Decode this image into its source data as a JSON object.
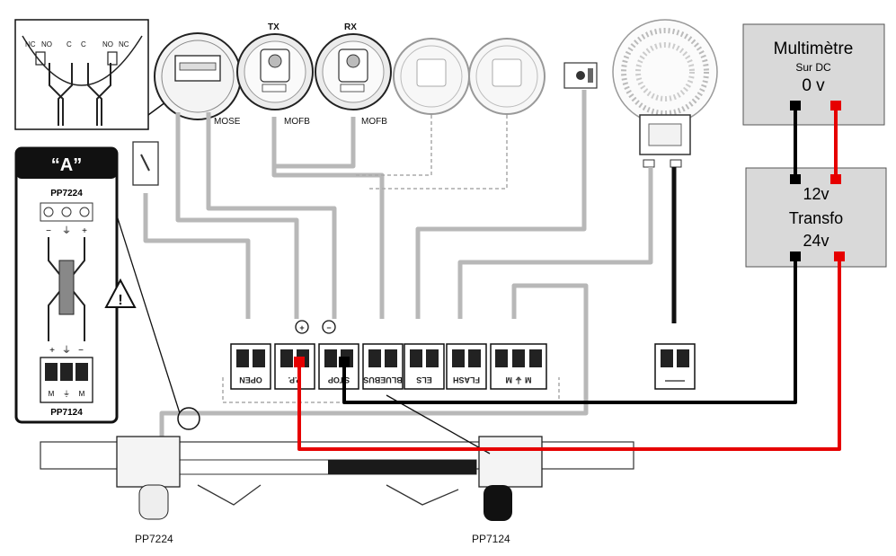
{
  "multimeter": {
    "title": "Multimètre",
    "mode": "Sur DC",
    "reading": "0 v"
  },
  "transformer": {
    "line1": "12v",
    "line2": "Transfo",
    "line3": "24v"
  },
  "devices": {
    "mose": "MOSE",
    "tx": "TX",
    "rx": "RX",
    "mofb_tx": "MOFB",
    "mofb_rx": "MOFB",
    "contacts": [
      "NC",
      "NO",
      "C",
      "C",
      "NO",
      "NC"
    ]
  },
  "inset": {
    "title": "“A”",
    "top_model": "PP7224",
    "bottom_model": "PP7124",
    "top_terms": [
      "−",
      "⏚",
      "+"
    ],
    "bottom_terms": [
      "+",
      "⏚",
      "−"
    ],
    "bottom_term_labels": [
      "M",
      "⏚",
      "M"
    ]
  },
  "terminals": {
    "open": "OPEN",
    "pp": "P.P.",
    "stop": "STOP",
    "bluebus": "BLUEBUS",
    "els": "ELS",
    "flash": "FLASH",
    "motor": "M ⏚ M",
    "plus": "+",
    "minus": "−"
  },
  "motors": {
    "left": "PP7224",
    "right": "PP7124"
  },
  "wire_colors": {
    "positive": "#e60000",
    "negative": "#000000",
    "cable": "#b5b5b5"
  }
}
